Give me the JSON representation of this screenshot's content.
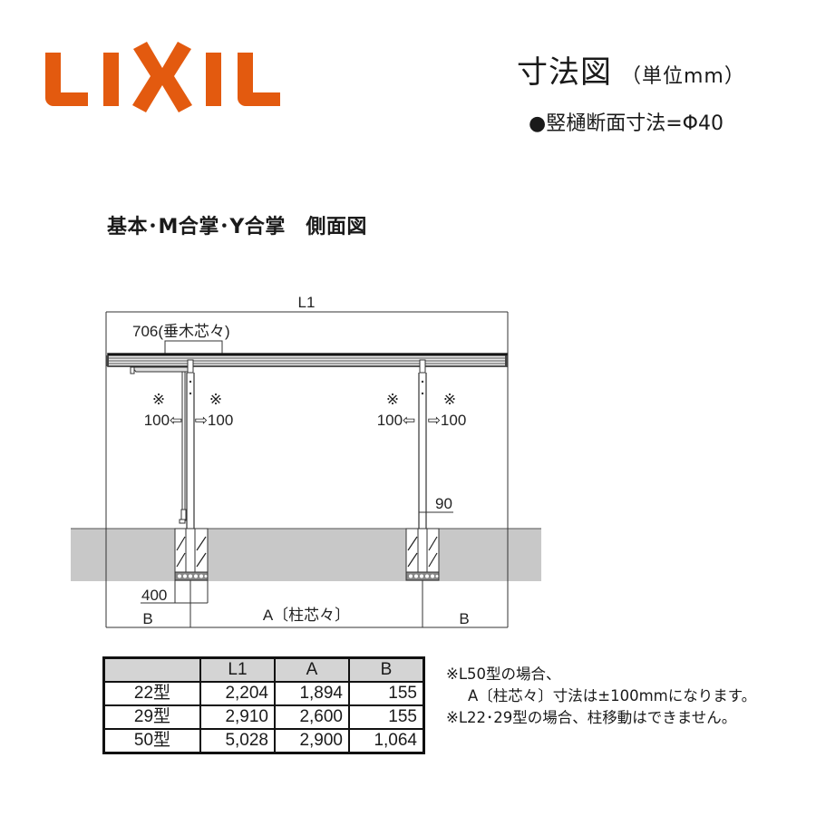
{
  "brand": {
    "name": "LIXIL",
    "color": "#e35a0f"
  },
  "header": {
    "title": "寸法図",
    "unit": "（単位mm）",
    "subtitle_bullet": "●",
    "subtitle": "竪樋断面寸法=Φ40"
  },
  "diagram": {
    "heading": "基本･M合掌･Y合掌　側面図",
    "labels": {
      "overall_length": "L1",
      "rafter_pitch": "706(垂木芯々)",
      "left_post_note_left_mark": "※",
      "left_post_note_left_value": "100⇦",
      "left_post_note_right_mark": "※",
      "left_post_note_right_value": "⇨100",
      "right_post_note_left_mark": "※",
      "right_post_note_left_value": "100⇦",
      "right_post_note_right_mark": "※",
      "right_post_note_right_value": "⇨100",
      "post_width": "90",
      "footing_width": "400",
      "overhang_left": "B",
      "post_spacing": "A〔柱芯々〕",
      "overhang_right": "B"
    },
    "colors": {
      "ground": "#c8c8c8",
      "line": "#333333",
      "beam": "#555555"
    }
  },
  "table": {
    "headers": [
      "",
      "L1",
      "A",
      "B"
    ],
    "rows": [
      {
        "model": "22型",
        "L1": "2,204",
        "A": "1,894",
        "B": "155"
      },
      {
        "model": "29型",
        "L1": "2,910",
        "A": "2,600",
        "B": "155"
      },
      {
        "model": "50型",
        "L1": "5,028",
        "A": "2,900",
        "B": "1,064"
      }
    ]
  },
  "notes": [
    "※L50型の場合、",
    "A〔柱芯々〕寸法は±100mmになります。",
    "※L22･29型の場合、柱移動はできません。"
  ]
}
